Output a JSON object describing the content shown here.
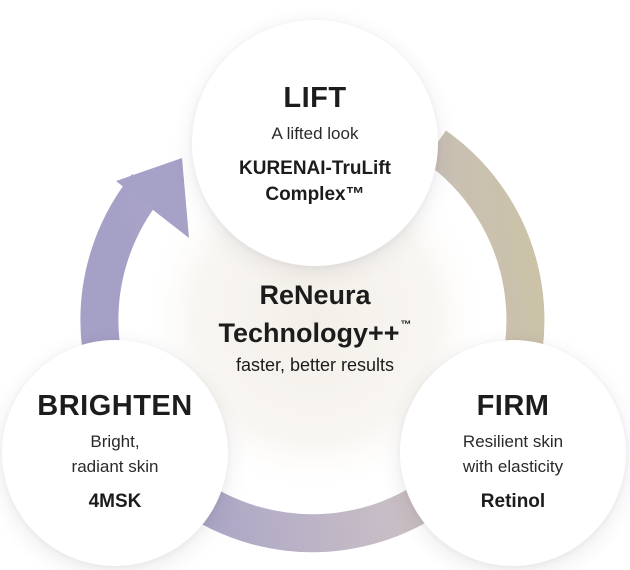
{
  "diagram": {
    "center": {
      "line1": "ReNeura",
      "line2": "Technology++",
      "trademark": "™",
      "subtitle": "faster, better results"
    },
    "nodes": {
      "lift": {
        "title": "LIFT",
        "description": "A lifted look",
        "ingredient": "KURENAI-TruLift\nComplex™"
      },
      "brighten": {
        "title": "BRIGHTEN",
        "description": "Bright,\nradiant skin",
        "ingredient": "4MSK"
      },
      "firm": {
        "title": "FIRM",
        "description": "Resilient skin\nwith elasticity",
        "ingredient": "Retinol"
      }
    },
    "colors": {
      "arc_start": "#c9bfa6",
      "arc_mid": "#c4bac8",
      "arc_end": "#a7a2c4",
      "center_glow": "#f3efe8"
    }
  }
}
